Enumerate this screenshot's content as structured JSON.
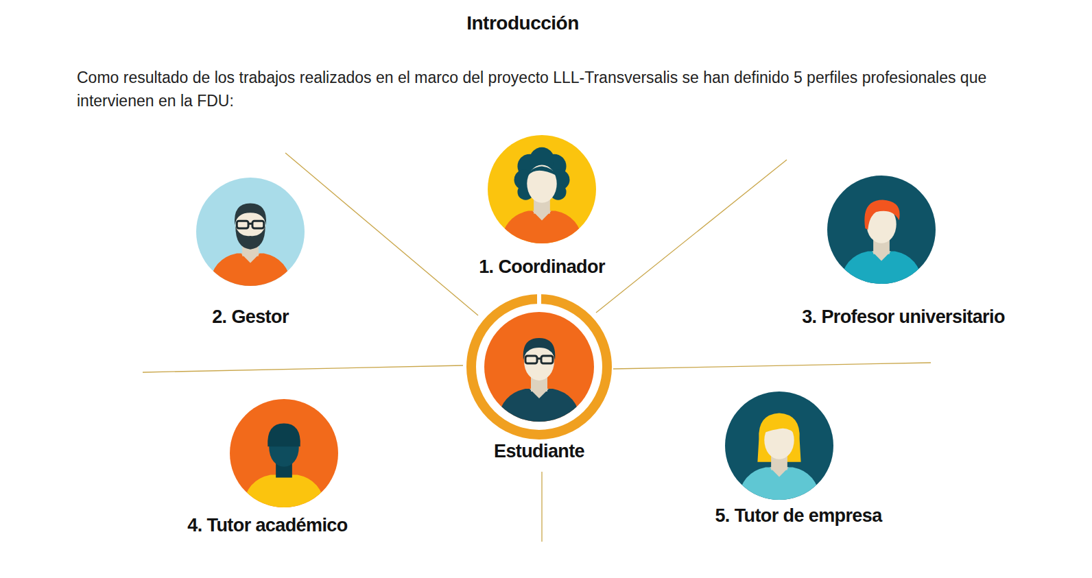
{
  "diagram": {
    "title": "Introducción",
    "nodes": [
      {
        "text": [
          "1. Coordinador"
        ]
      },
      {
        "text": [
          "2. Gestor"
        ]
      },
      {
        "text": [
          "3. Profesor universitario"
        ]
      },
      {
        "text": [
          "Estudiante"
        ]
      },
      {
        "text": [
          "4. Tutor académico"
        ]
      },
      {
        "text": [
          "5. Tutor de empresa"
        ]
      }
    ],
    "labels": [
      "Como resultado de los trabajos realizados en el marco del proyecto LLL-Transversalis se han definido 5 perfiles profesionales que intervienen en la FDU:"
    ]
  }
}
